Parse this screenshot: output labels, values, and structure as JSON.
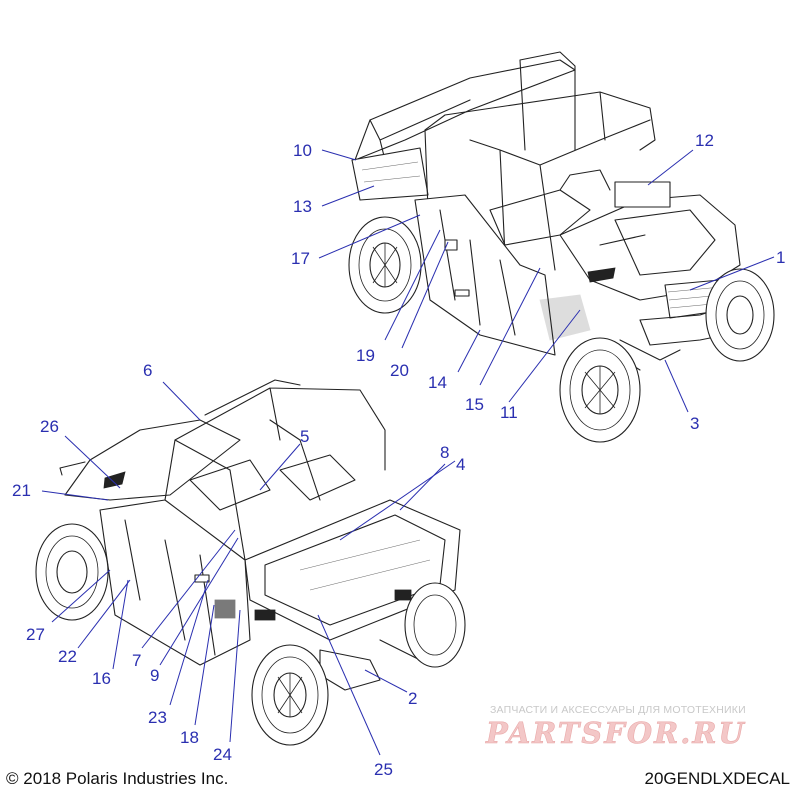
{
  "diagram": {
    "callouts": [
      {
        "num": "1"
      },
      {
        "num": "2"
      },
      {
        "num": "3"
      },
      {
        "num": "4"
      },
      {
        "num": "5"
      },
      {
        "num": "6"
      },
      {
        "num": "7"
      },
      {
        "num": "8"
      },
      {
        "num": "9"
      },
      {
        "num": "10"
      },
      {
        "num": "11"
      },
      {
        "num": "12"
      },
      {
        "num": "13"
      },
      {
        "num": "14"
      },
      {
        "num": "15"
      },
      {
        "num": "16"
      },
      {
        "num": "17"
      },
      {
        "num": "18"
      },
      {
        "num": "19"
      },
      {
        "num": "20"
      },
      {
        "num": "21"
      },
      {
        "num": "22"
      },
      {
        "num": "23"
      },
      {
        "num": "24"
      },
      {
        "num": "25"
      },
      {
        "num": "26"
      },
      {
        "num": "27"
      }
    ],
    "callout_color": "#2a2fb0",
    "line_color": "#222222"
  },
  "footer": {
    "copyright": "© 2018 Polaris Industries Inc.",
    "drawing_id": "20GENDLXDECAL"
  },
  "watermark": {
    "tagline": "ЗАПЧАСТИ И АКСЕССУАРЫ ДЛЯ МОТОТЕХНИКИ",
    "logo": "PARTSFOR.RU",
    "color": "#f3c7c7"
  }
}
